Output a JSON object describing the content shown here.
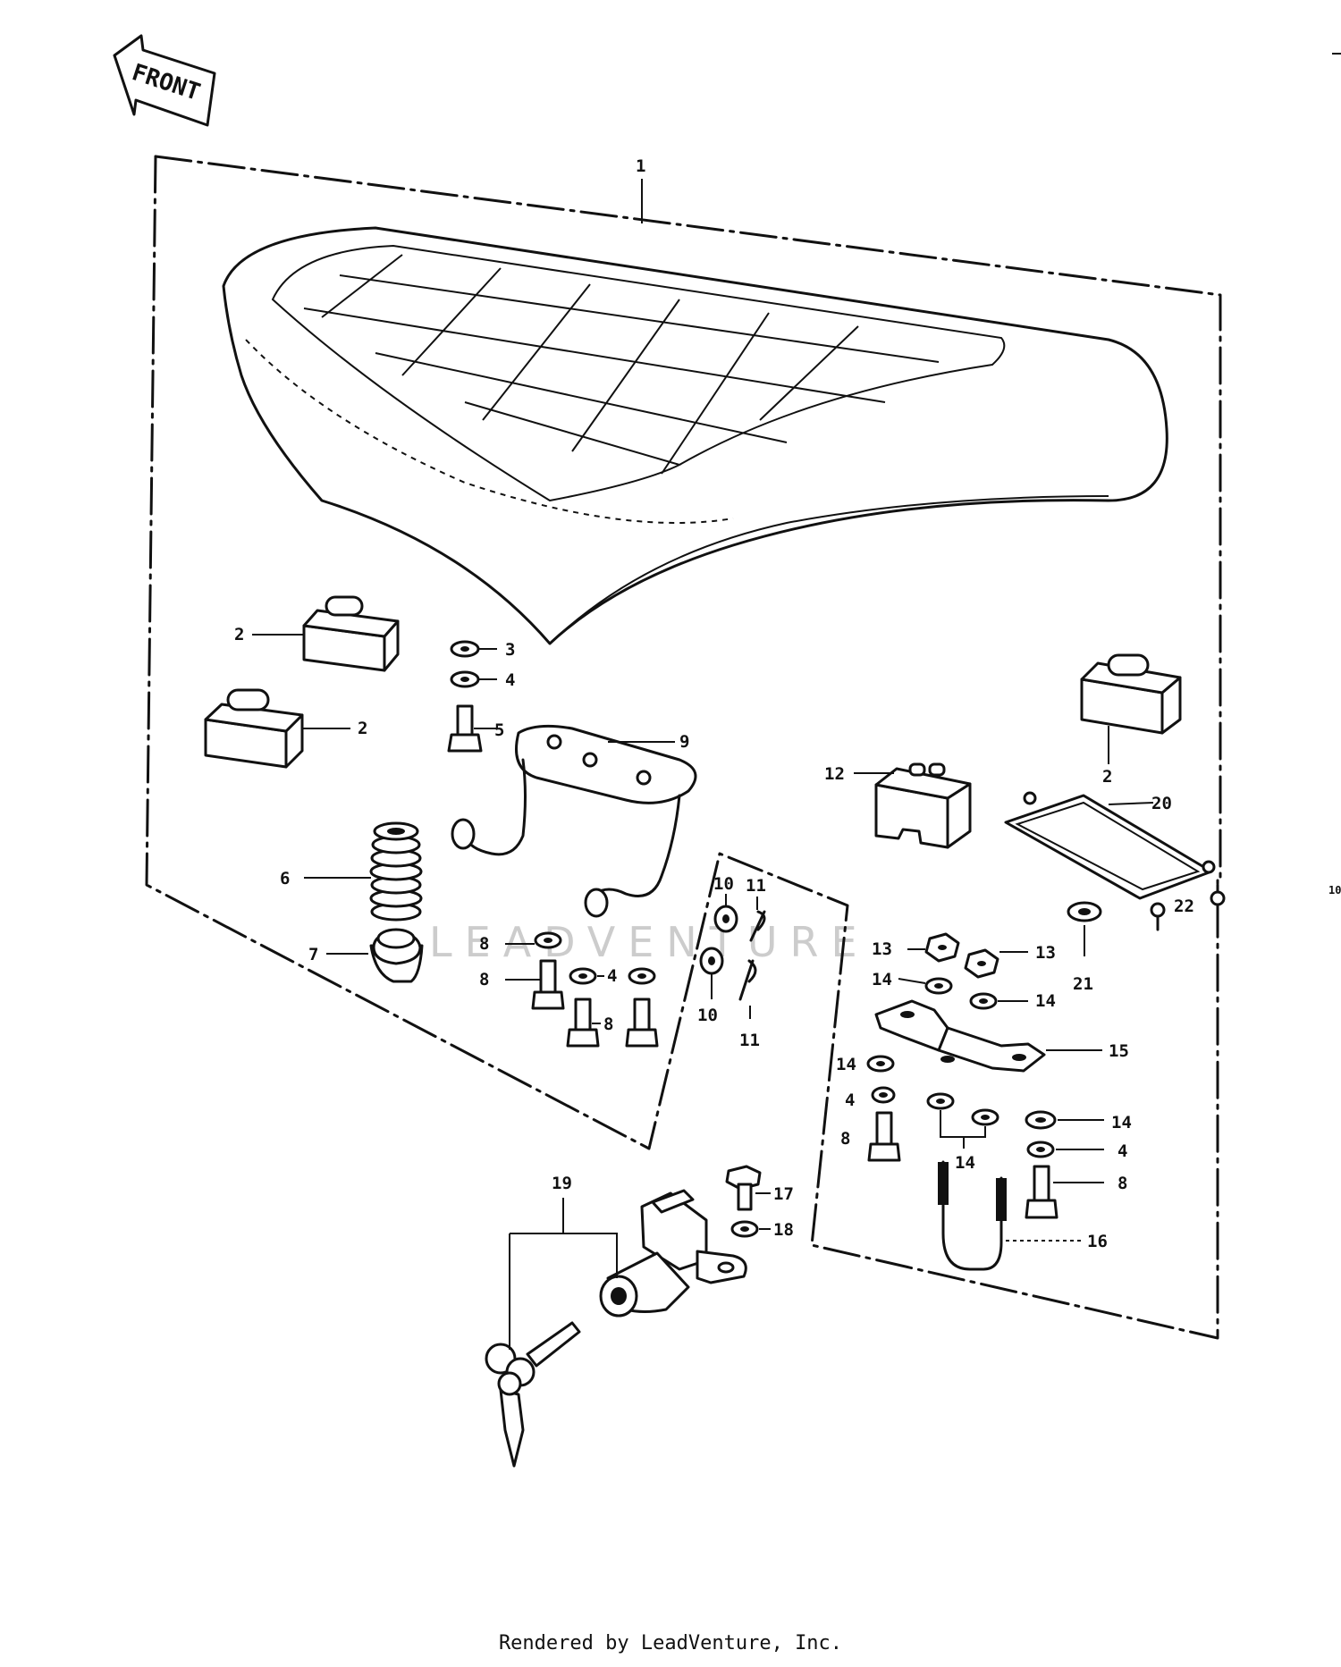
{
  "orientation_label": "FRONT",
  "footer": "Rendered by LeadVenture, Inc.",
  "watermark": "LEADVENTURE",
  "callouts": {
    "c1": "1",
    "c2a": "2",
    "c2b": "2",
    "c2c": "2",
    "c3": "3",
    "c4a": "4",
    "c4b": "4",
    "c4c": "4",
    "c4d": "4",
    "c5": "5",
    "c6": "6",
    "c7": "7",
    "c8a": "8",
    "c8b": "8",
    "c8c": "8",
    "c8d": "8",
    "c8e": "8",
    "c9": "9",
    "c10a": "10",
    "c10b": "10",
    "c11a": "11",
    "c11b": "11",
    "c12": "12",
    "c13a": "13",
    "c13b": "13",
    "c14a": "14",
    "c14b": "14",
    "c14c": "14",
    "c14d": "14",
    "c14e": "14",
    "c15": "15",
    "c16": "16",
    "c17": "17",
    "c18": "18",
    "c19": "19",
    "c20": "20",
    "c21": "21",
    "c22": "22",
    "edge10": "10"
  }
}
